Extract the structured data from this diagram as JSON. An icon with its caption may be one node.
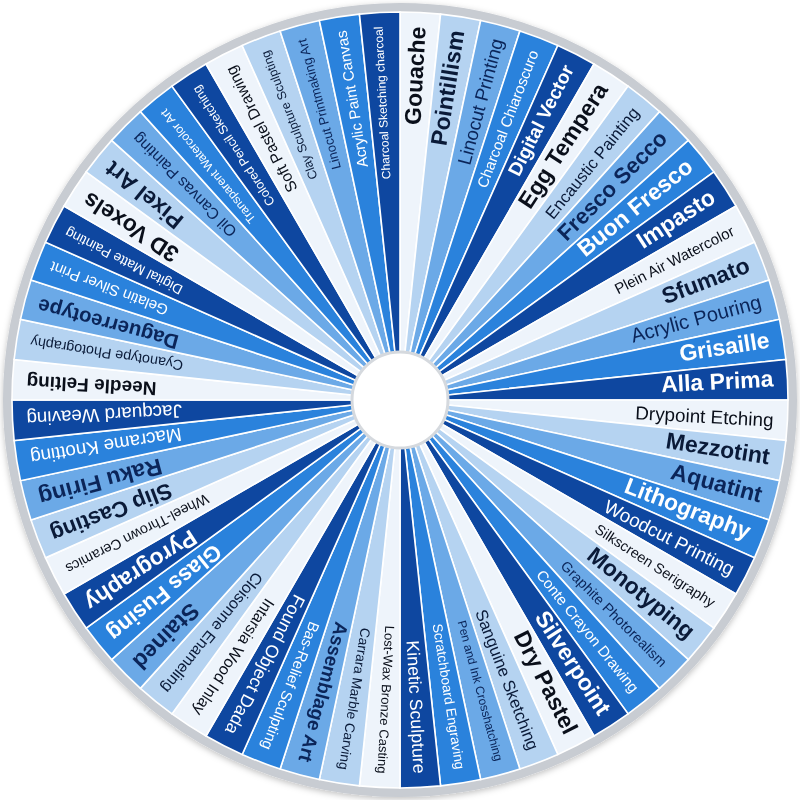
{
  "diagram": {
    "nodes": [
      {
        "text": [
          "Gouache"
        ]
      },
      {
        "text": [
          "Pointillism"
        ]
      },
      {
        "text": [
          "Linocut Printing"
        ]
      },
      {
        "text": [
          "Charcoal Chiaroscuro"
        ]
      },
      {
        "text": [
          "Digital Vector"
        ]
      },
      {
        "text": [
          "Egg Tempera"
        ]
      },
      {
        "text": [
          "Encaustic Painting"
        ]
      },
      {
        "text": [
          "Fresco Secco"
        ]
      },
      {
        "text": [
          "Buon Fresco"
        ]
      },
      {
        "text": [
          "Impasto"
        ]
      },
      {
        "text": [
          "Plein Air Watercolor"
        ]
      },
      {
        "text": [
          "Sfumato"
        ]
      },
      {
        "text": [
          "Acrylic Pouring"
        ]
      },
      {
        "text": [
          "Grisaille"
        ]
      },
      {
        "text": [
          "Alla Prima"
        ]
      },
      {
        "text": [
          "Drypoint Etching"
        ]
      },
      {
        "text": [
          "Mezzotint"
        ]
      },
      {
        "text": [
          "Aquatint"
        ]
      },
      {
        "text": [
          "Lithography"
        ]
      },
      {
        "text": [
          "Woodcut Printing"
        ]
      },
      {
        "text": [
          "Silkscreen Serigraphy"
        ]
      },
      {
        "text": [
          "Monotyping"
        ]
      },
      {
        "text": [
          "Graphite Photorealism"
        ]
      },
      {
        "text": [
          "Conte Crayon Drawing"
        ]
      },
      {
        "text": [
          "Silverpoint"
        ]
      },
      {
        "text": [
          "Dry Pastel"
        ]
      },
      {
        "text": [
          "Sanguine Sketching"
        ]
      },
      {
        "text": [
          "Pen and Ink Crosshatching"
        ]
      },
      {
        "text": [
          "Scratchboard Engraving"
        ]
      },
      {
        "text": [
          "Kinetic Sculpture"
        ]
      },
      {
        "text": [
          "Lost-Wax Bronze Casting"
        ]
      },
      {
        "text": [
          "Carrara Marble Carving"
        ]
      },
      {
        "text": [
          "Assemblage Art"
        ]
      },
      {
        "text": [
          "Bas-Relief Sculpting"
        ]
      },
      {
        "text": [
          "Found Object Dada"
        ]
      },
      {
        "text": [
          "Intarsia Wood Inlay"
        ]
      },
      {
        "text": [
          "Cloisonne Enameling"
        ]
      },
      {
        "text": [
          "Stained"
        ]
      },
      {
        "text": [
          "Glass Fusing"
        ]
      },
      {
        "text": [
          "Pyrography"
        ]
      },
      {
        "text": [
          "Wheel-Thrown Ceramics"
        ]
      },
      {
        "text": [
          "Slip Casting"
        ]
      },
      {
        "text": [
          "Raku Firing"
        ]
      },
      {
        "text": [
          "Macrame Knotting"
        ]
      },
      {
        "text": [
          "Jacquard Weaving"
        ]
      },
      {
        "text": [
          "Needle Felting"
        ]
      },
      {
        "text": [
          "Cyanotype Photography"
        ]
      },
      {
        "text": [
          "Daguerreotype"
        ]
      },
      {
        "text": [
          "Gelatin Silver Print"
        ]
      },
      {
        "text": [
          "Digital Matte Painting"
        ]
      },
      {
        "text": [
          "3D Voxels"
        ]
      },
      {
        "text": [
          "Pixel Art"
        ]
      },
      {
        "text": [
          "Oil Canvas Painting"
        ]
      },
      {
        "text": [
          "Transparent Watercolor Art"
        ]
      },
      {
        "text": [
          "Colored Pencil Sketching"
        ]
      },
      {
        "text": [
          "Soft Pastel Drawing"
        ]
      },
      {
        "text": [
          "Clay Sculpture Sculpting"
        ]
      },
      {
        "text": [
          "Linocut Printmaking Art"
        ]
      },
      {
        "text": [
          "Acrylic Paint Canvas"
        ]
      },
      {
        "text": [
          "Charcoal Sketching charcoal"
        ]
      }
    ]
  }
}
